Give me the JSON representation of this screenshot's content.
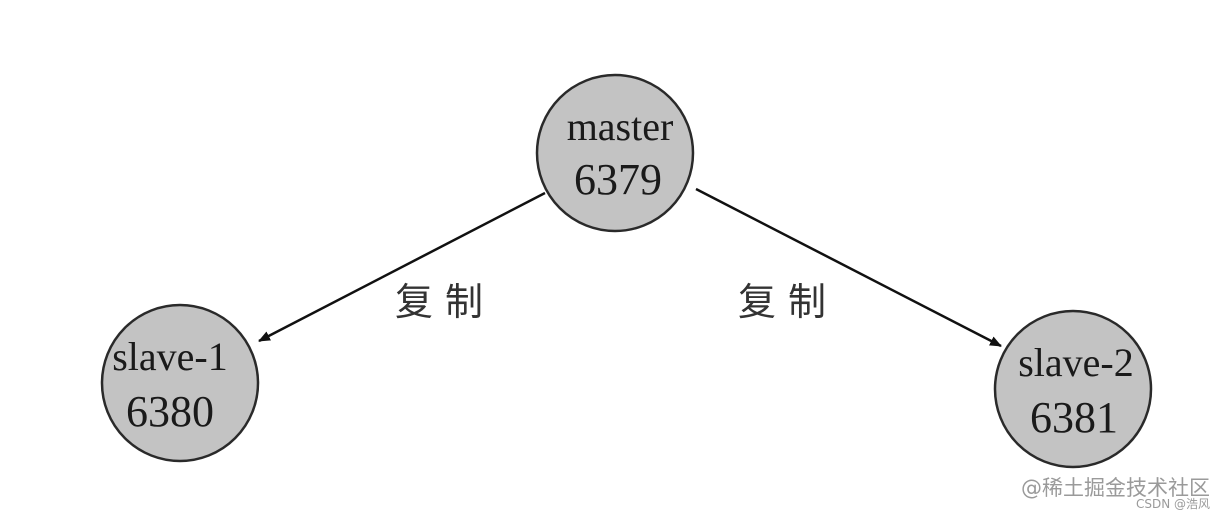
{
  "nodes": [
    {
      "id": "master",
      "name": "master",
      "port": "6379"
    },
    {
      "id": "slave1",
      "name": "slave-1",
      "port": "6380"
    },
    {
      "id": "slave2",
      "name": "slave-2",
      "port": "6381"
    }
  ],
  "edges": [
    {
      "from": "master",
      "to": "slave1",
      "label": "复制"
    },
    {
      "from": "master",
      "to": "slave2",
      "label": "复制"
    }
  ],
  "watermark": {
    "main": "@稀土掘金技术社区",
    "sub": "CSDN @浩风"
  },
  "colors": {
    "node_fill": "#c3c3c3",
    "node_stroke": "#2a2a2a",
    "edge": "#111111",
    "label": "#333333",
    "watermark": "#9a9a9a"
  }
}
